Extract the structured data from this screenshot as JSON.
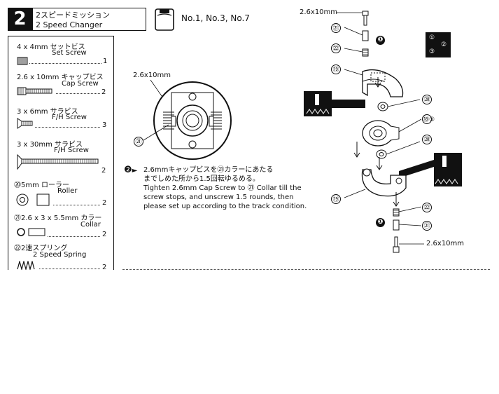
{
  "step": {
    "number": "2",
    "title_jp": "2スピードミッション",
    "title_en": "2 Speed Changer"
  },
  "applies_to": {
    "label": "No.1, No.3, No.7",
    "icon": "tank-icon"
  },
  "parts": [
    {
      "jp": "4 x 4mm  セットビス",
      "en": "Set Screw",
      "qty": "1"
    },
    {
      "jp": "2.6 x 10mm  キャップビス",
      "en": "Cap Screw",
      "qty": "2"
    },
    {
      "jp": "3 x 6mm  サラビス",
      "en": "F/H Screw",
      "qty": "3"
    },
    {
      "jp": "3 x 30mm  サラビス",
      "en": "F/H Screw",
      "qty": "2"
    },
    {
      "jp": "⑳5mm     ローラー",
      "en": "Roller",
      "qty": "2"
    },
    {
      "jp": "㉑2.6 x 3 x 5.5mm カラー",
      "en": "Collar",
      "qty": "2"
    },
    {
      "jp": "㉒2速スプリング",
      "en": "2 Speed Spring",
      "qty": "2"
    }
  ],
  "detail": {
    "screw_label": "2.6x10mm",
    "collar_num": "㉑"
  },
  "instruction": {
    "marker": "❷",
    "jp_line1": "2.6mmキャップビスを㉑カラーにあたる",
    "jp_line2": "までしめた所から1.5回転ゆるめる。",
    "en_line1": "Tighten 2.6mm Cap Screw to ㉑ Collar till the",
    "en_line2": "screw stops, and unscrew 1.5 rounds, then",
    "en_line3": "please set up according to the track condition."
  },
  "exploded": {
    "top_screw": "2.6x10mm",
    "bottom_screw": "2.6x10mm",
    "callouts": [
      "㉑",
      "㉒",
      "⑲",
      "⑳",
      "⑱⑤",
      "⑳",
      "⑲",
      "㉒",
      "㉑"
    ],
    "marker1": "❶",
    "marker2": "❶",
    "order_badge": [
      "①",
      "②",
      "③"
    ]
  }
}
